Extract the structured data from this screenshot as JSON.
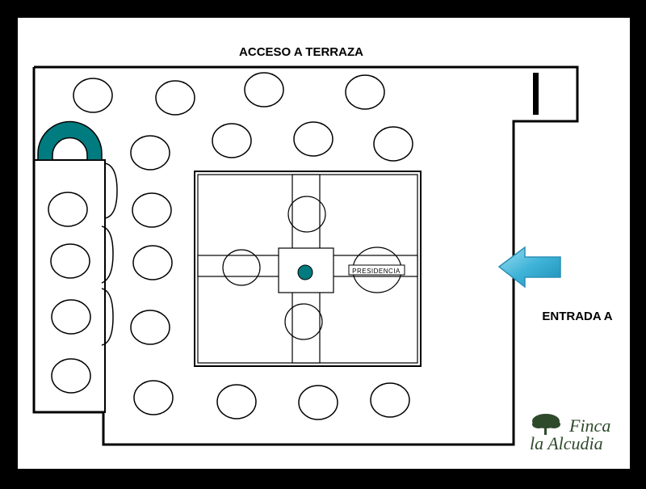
{
  "labels": {
    "terrace_access": "ACCESO A TERRAZA",
    "entrance": "ENTRADA A",
    "presidency": "PRESIDENCIA"
  },
  "logo": {
    "line1": "Finca",
    "line2": "la Alcudia"
  },
  "colors": {
    "background": "#000000",
    "canvas": "#ffffff",
    "stroke": "#000000",
    "accent_teal": "#007b7f",
    "arrow_blue": "#3fb3d8",
    "logo_green": "#2e4a2b"
  },
  "icons": {
    "entrance_arrow": "arrow-left-icon",
    "logo_tree": "tree-icon",
    "stage": "stage-arch-icon"
  }
}
